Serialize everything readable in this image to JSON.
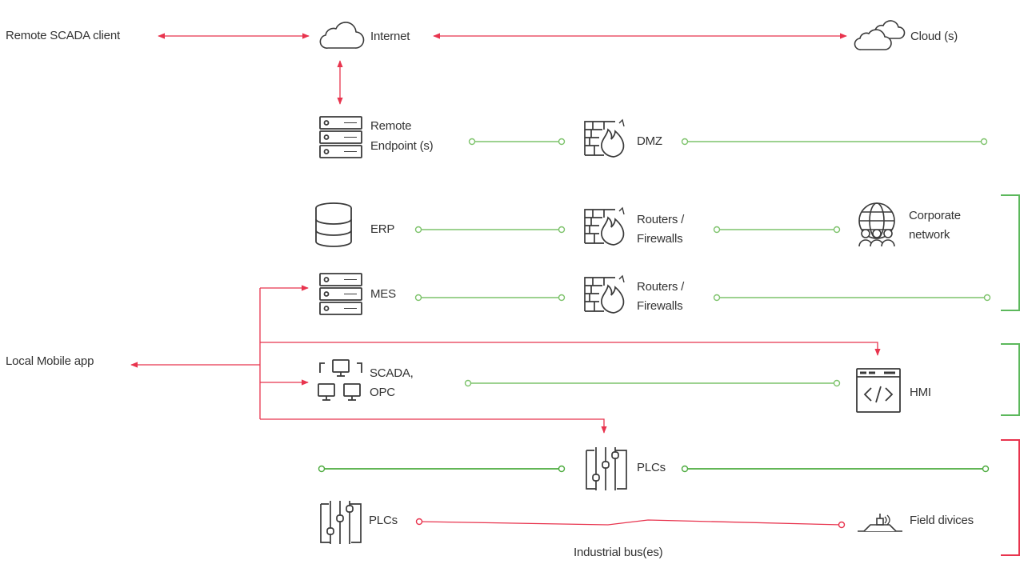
{
  "colors": {
    "remote_link": "#e8344e",
    "network_link": "#7dc36b",
    "network_link_dark": "#4cab3e",
    "icon_stroke": "#3a3a3a",
    "bracket_green": "#5cb85c",
    "bracket_red": "#e8344e"
  },
  "nodes": {
    "remote_scada_client": "Remote SCADA client",
    "internet": "Internet",
    "clouds": "Cloud (s)",
    "remote_endpoint": [
      "Remote",
      "Endpoint (s)"
    ],
    "dmz": "DMZ",
    "erp": "ERP",
    "routers_firewalls_1": [
      "Routers /",
      "Firewalls"
    ],
    "corporate_network": [
      "Corporate",
      "network"
    ],
    "mes": "MES",
    "routers_firewalls_2": [
      "Routers /",
      "Firewalls"
    ],
    "local_mobile_app": "Local Mobile app",
    "scada_opc": [
      "SCADA,",
      "OPC"
    ],
    "hmi": "HMI",
    "plcs_upper": "PLCs",
    "plcs_lower": "PLCs",
    "field_devices": "Field divices",
    "industrial_bus": "Industrial bus(es)"
  },
  "icons": {
    "internet": "cloud-icon",
    "clouds": "clouds-icon",
    "remote_endpoint": "server-icon",
    "dmz": "firewall-icon",
    "erp": "database-icon",
    "routers_firewalls_1": "firewall-icon",
    "corporate_network": "globe-network-icon",
    "mes": "server-icon",
    "routers_firewalls_2": "firewall-icon",
    "scada_opc": "monitors-icon",
    "hmi": "code-window-icon",
    "plcs_upper": "plc-sliders-icon",
    "plcs_lower": "plc-sliders-icon",
    "field_devices": "field-device-icon"
  }
}
